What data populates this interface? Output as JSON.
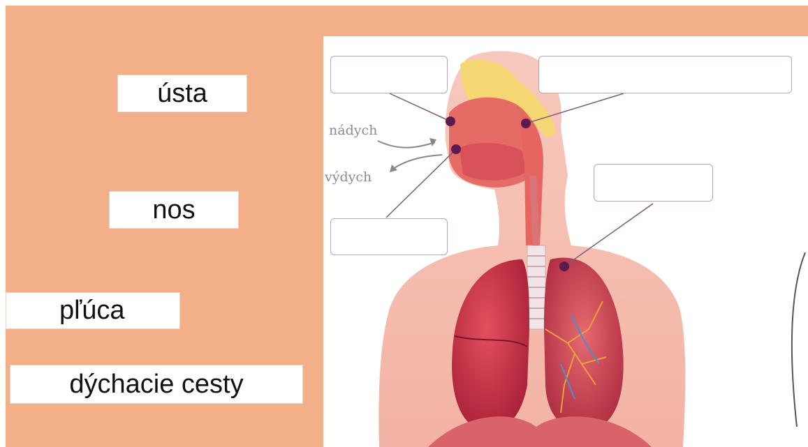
{
  "tiles": {
    "usta": "ústa",
    "nos": "nos",
    "pluca": "pľúca",
    "dychacie_cesty": "dýchacie cesty"
  },
  "figure": {
    "inhale_label": "nádych",
    "exhale_label": "výdych"
  },
  "colors": {
    "background": "#f3b088",
    "tile": "#ffffff",
    "marker": "#5b1b4f",
    "box_border": "#b9a4b6"
  }
}
